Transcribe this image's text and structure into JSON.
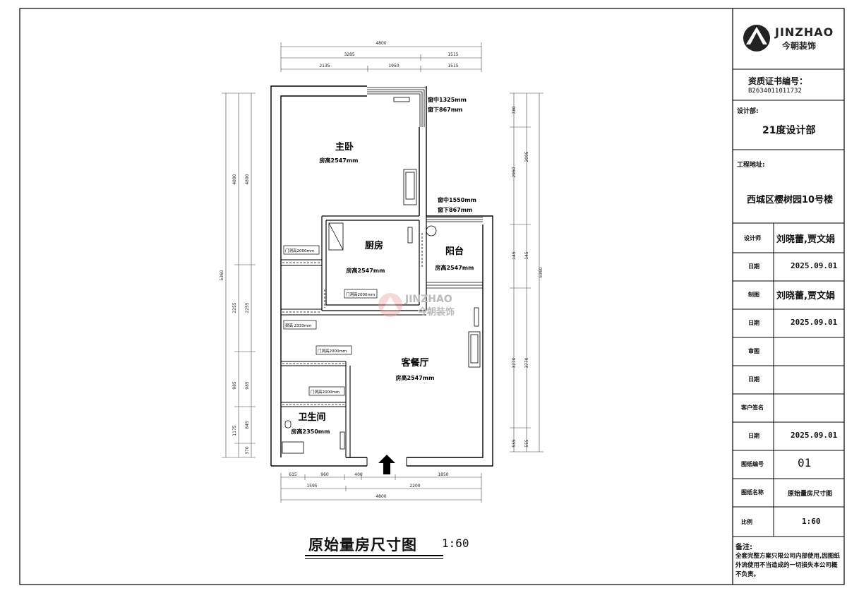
{
  "plan": {
    "dims_top": [
      "4800",
      "3285",
      "1515",
      "2135",
      "1950",
      "1515"
    ],
    "dims_bottom": [
      "615",
      "960",
      "400",
      "1595",
      "2200",
      "1850",
      "4800"
    ],
    "dims_left": [
      "5360",
      "4890",
      "4890",
      "2255",
      "2255",
      "985",
      "985",
      "1175",
      "845",
      "370"
    ],
    "dims_right": [
      "5360",
      "780",
      "2095",
      "2950",
      "145",
      "145",
      "3770",
      "3770",
      "555",
      "555"
    ],
    "rooms": {
      "master": {
        "name": "主卧",
        "height": "房高2547mm"
      },
      "kitchen": {
        "name": "厨房",
        "height": "房高2547mm"
      },
      "balcony": {
        "name": "阳台",
        "height": "房高2547mm"
      },
      "living": {
        "name": "客餐厅",
        "height": "房高2547mm"
      },
      "bath": {
        "name": "卫生间",
        "height": "房高2350mm"
      }
    },
    "windows": {
      "master_mid": "窗中1325mm",
      "master_low": "窗下867mm",
      "balcony_mid": "窗中1550mm",
      "balcony_low": "窗下867mm"
    },
    "doors": [
      "门洞高2000mm",
      "门洞高2000mm",
      "梁高 2333mm",
      "门洞高2000mm",
      "门洞高2000mm"
    ],
    "watermark": {
      "en": "JINZHAO",
      "cn": "今朝装饰"
    }
  },
  "drawing": {
    "title": "原始量房尺寸图",
    "scale": "1:60"
  },
  "title_block": {
    "logo_en": "JINZHAO",
    "logo_cn": "今朝装饰",
    "cert_label": "资质证书编号：",
    "cert_no": "B2634011011732",
    "dept_label": "设计部:",
    "dept": "21度设计部",
    "addr_label": "工程地址:",
    "addr": "西城区樱树园10号楼",
    "rows": [
      {
        "label": "设计师",
        "value": "刘晓蕾,贾文娟"
      },
      {
        "label": "日期",
        "value": "2025.09.01"
      },
      {
        "label": "制图",
        "value": "刘晓蕾,贾文娟"
      },
      {
        "label": "日期",
        "value": "2025.09.01"
      },
      {
        "label": "审图",
        "value": ""
      },
      {
        "label": "日期",
        "value": ""
      },
      {
        "label": "客户签名",
        "value": ""
      },
      {
        "label": "日期",
        "value": "2025.09.01"
      },
      {
        "label": "图纸编号",
        "value": "01"
      },
      {
        "label": "图纸名称",
        "value": "原始量房尺寸图"
      },
      {
        "label": "比例",
        "value": "1:60"
      }
    ],
    "note_label": "备注:",
    "note_text": "全套完整方案只限公司内部使用,因图纸外流使用不当造成的一切损失本公司概不负责。"
  }
}
